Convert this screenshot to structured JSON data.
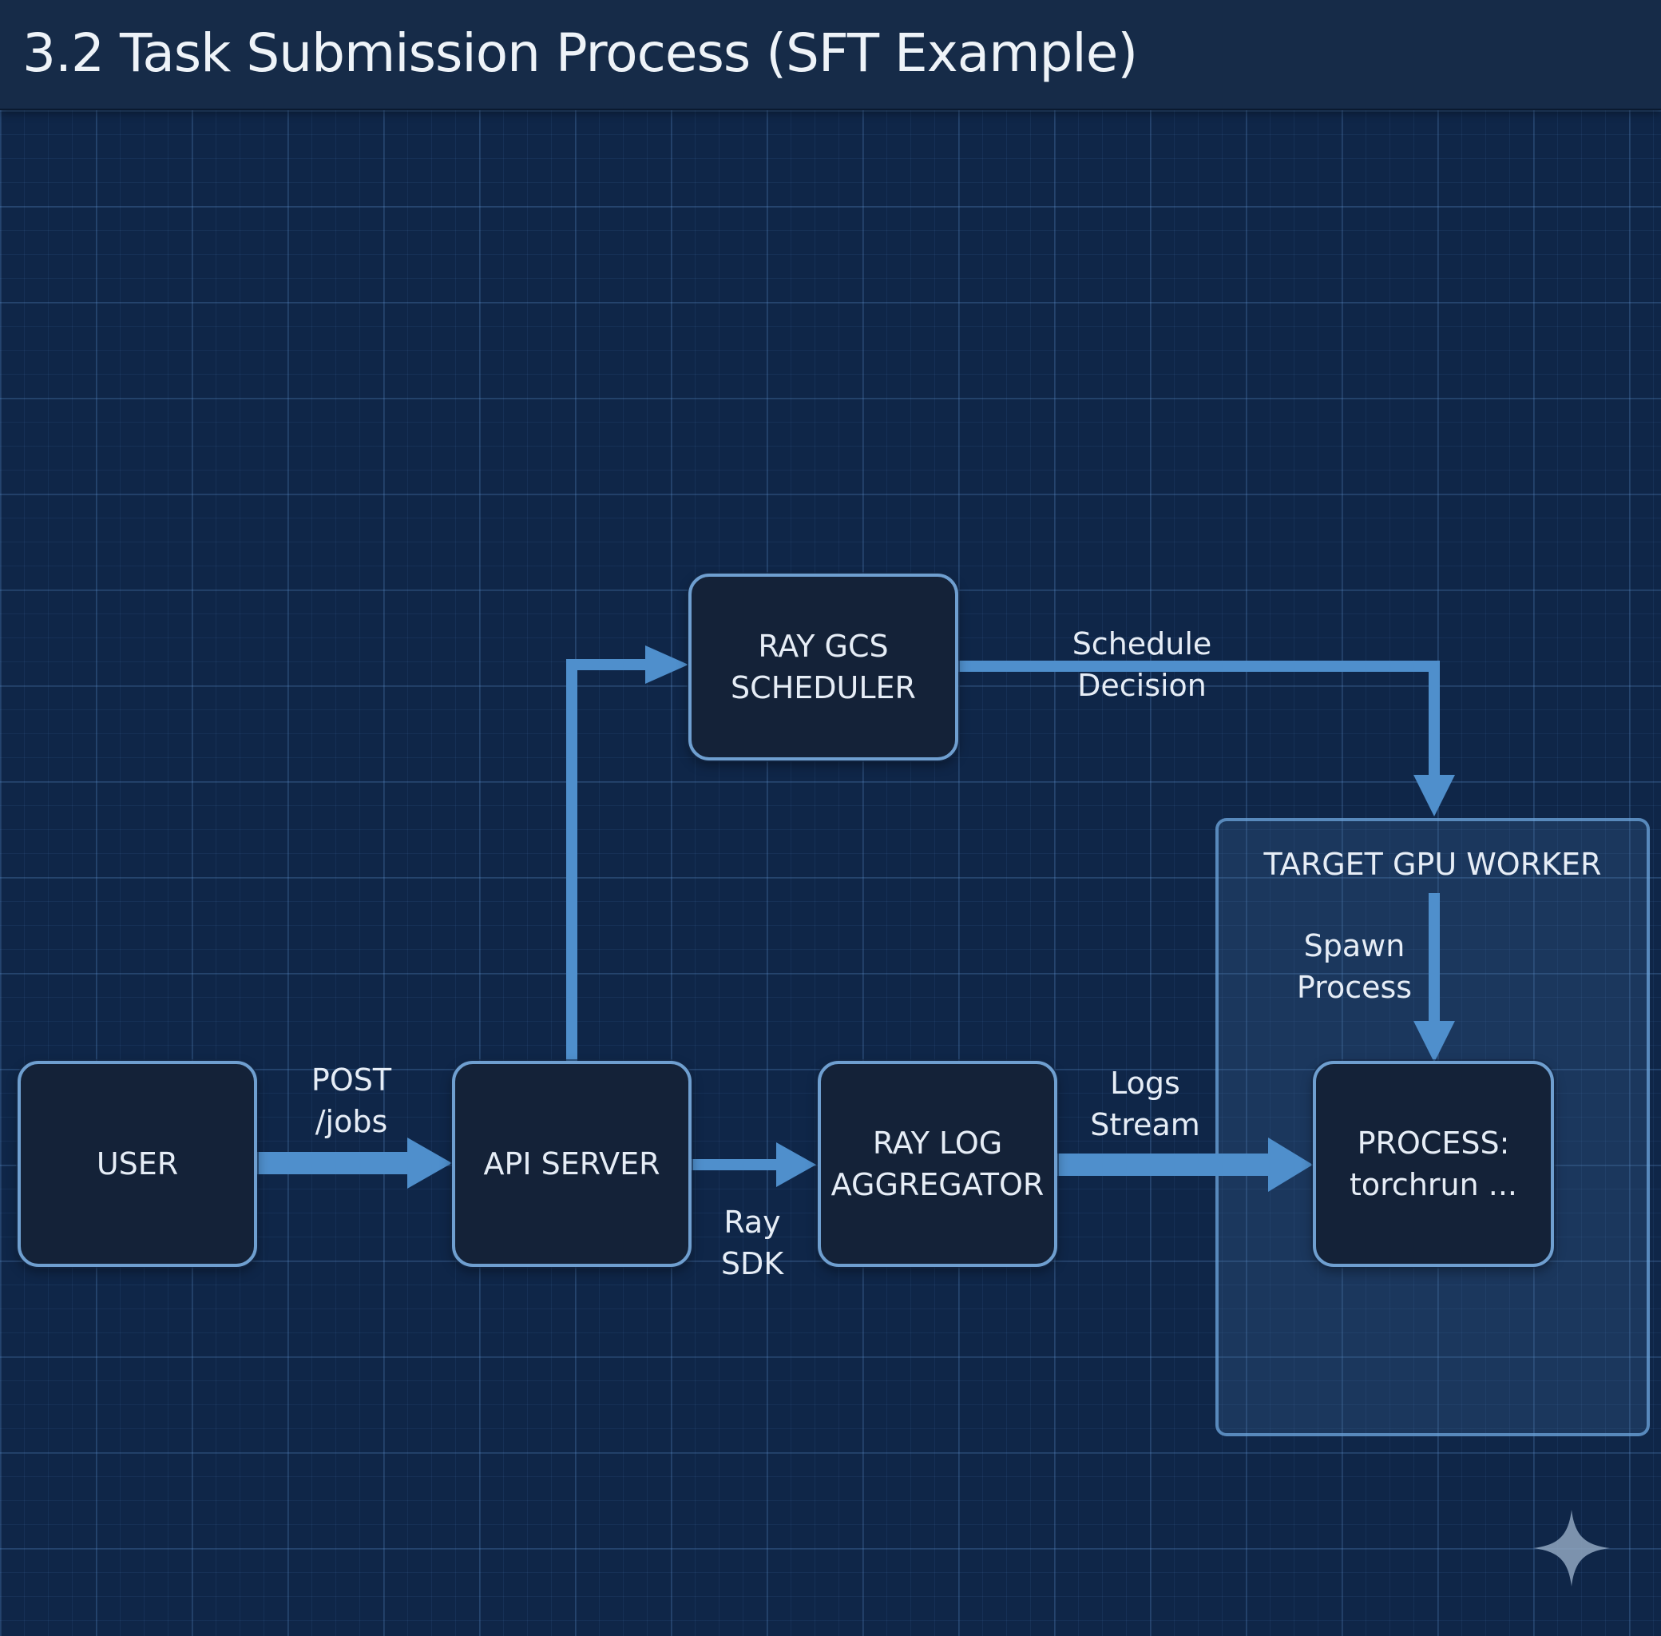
{
  "title": "3.2 Task Submission Process (SFT Example)",
  "colors": {
    "background": "#0f2648",
    "title_bar": "#162b48",
    "node_fill": "#142238",
    "node_border": "#6f9fd0",
    "arrow": "#4f8fcc",
    "group_fill": "#3e6a98"
  },
  "nodes": {
    "user": {
      "lines": [
        "USER"
      ]
    },
    "api_server": {
      "lines": [
        "API SERVER"
      ]
    },
    "ray_gcs": {
      "lines": [
        "RAY GCS",
        "SCHEDULER"
      ]
    },
    "ray_log": {
      "lines": [
        "RAY LOG",
        "AGGREGATOR"
      ]
    },
    "process": {
      "lines": [
        "PROCESS:",
        "torchrun ..."
      ]
    }
  },
  "group": {
    "label": "TARGET GPU WORKER"
  },
  "edges": {
    "post_jobs": {
      "lines": [
        "POST",
        "/jobs"
      ]
    },
    "ray_sdk": {
      "lines": [
        "Ray",
        "SDK"
      ]
    },
    "schedule_decision": {
      "lines": [
        "Schedule",
        "Decision"
      ]
    },
    "spawn_process": {
      "lines": [
        "Spawn",
        "Process"
      ]
    },
    "logs_stream": {
      "lines": [
        "Logs",
        "Stream"
      ]
    }
  },
  "watermark_icon": "sparkle-icon"
}
